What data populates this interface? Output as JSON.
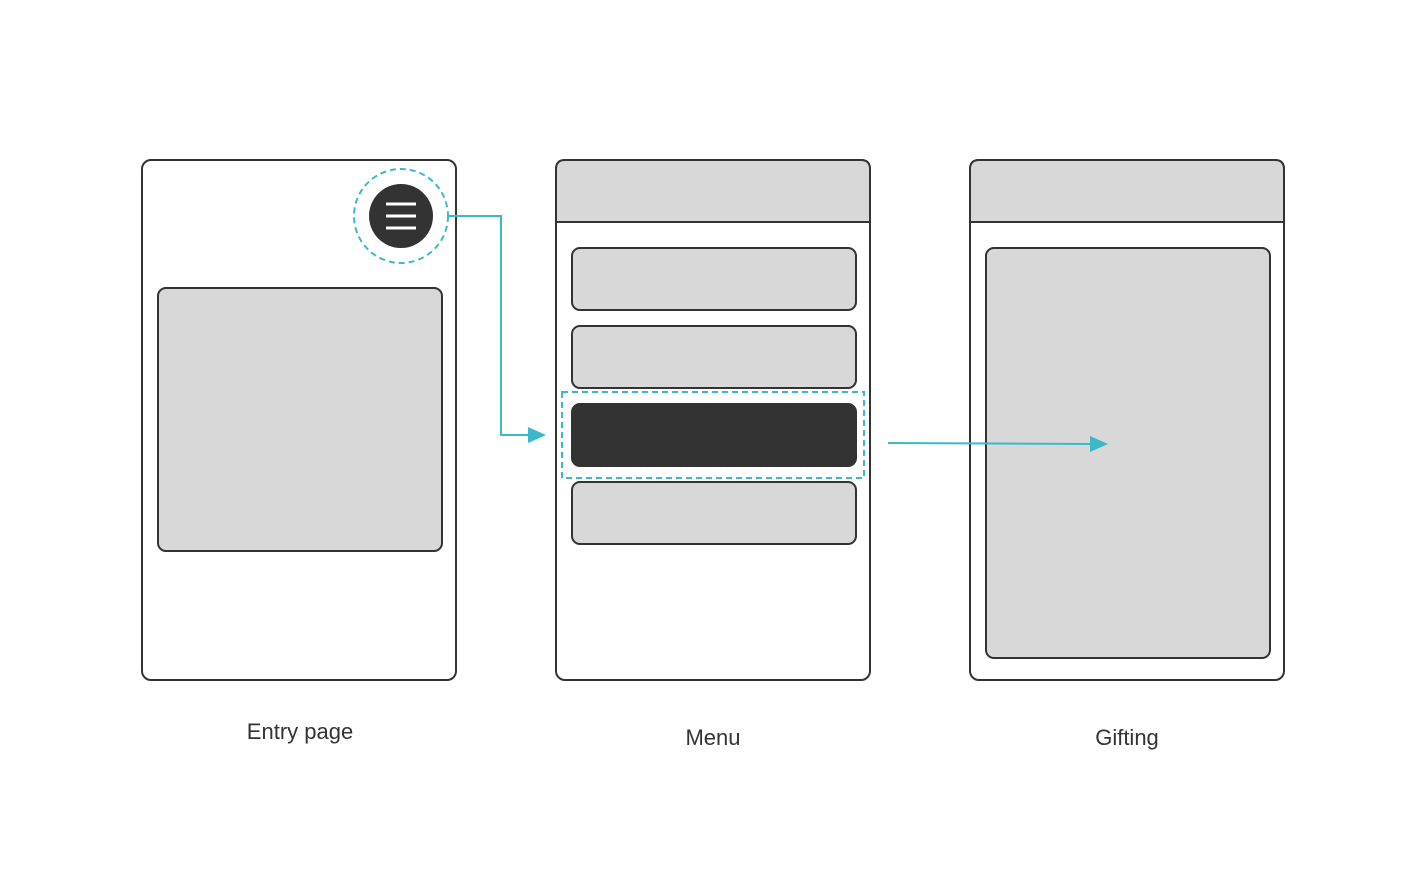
{
  "screens": [
    {
      "caption": "Entry page"
    },
    {
      "caption": "Menu"
    },
    {
      "caption": "Gifting"
    }
  ],
  "icons": {
    "menu_button": "hamburger-menu-icon"
  },
  "colors": {
    "frame_stroke": "#333333",
    "placeholder_fill": "#d8d8d8",
    "selected_fill": "#333333",
    "connector": "#3bb8cc",
    "background": "#ffffff"
  }
}
